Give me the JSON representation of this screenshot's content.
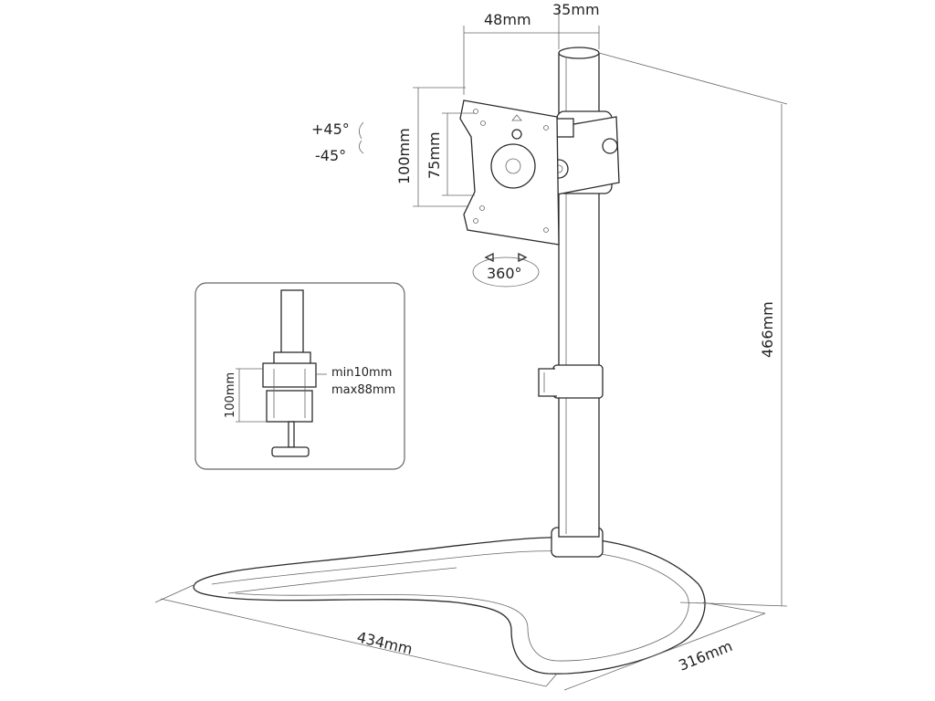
{
  "diagram": {
    "dimensions": {
      "arm_depth": "48mm",
      "pole_diameter": "35mm",
      "vesa_outer": "100mm",
      "vesa_inner": "75mm",
      "tilt_up": "+45°",
      "tilt_down": "-45°",
      "rotation": "360°",
      "height": "466mm",
      "base_width": "434mm",
      "base_depth": "316mm"
    },
    "inset": {
      "clamp_height": "100mm",
      "min_thickness": "min10mm",
      "max_thickness": "max88mm"
    },
    "colors": {
      "line": "#333333",
      "background": "#ffffff"
    }
  }
}
